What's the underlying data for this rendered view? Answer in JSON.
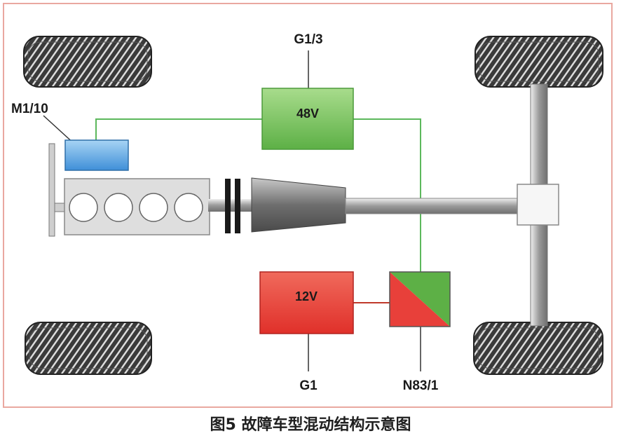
{
  "diagram": {
    "labels": {
      "g13": "G1/3",
      "m110": "M1/10",
      "v48": "48V",
      "v12": "12V",
      "g1": "G1",
      "n831": "N83/1"
    },
    "colors": {
      "frame": "#e9a8a0",
      "battery_48v": "#7cc45c",
      "battery_12v": "#e8403a",
      "starter_motor": "#5aa6e0",
      "wire_48v": "#5cb85c",
      "wire_12v": "#c0392b",
      "drivetrain": "#a9a9a9"
    }
  },
  "caption": "图5 故障车型混动结构示意图"
}
